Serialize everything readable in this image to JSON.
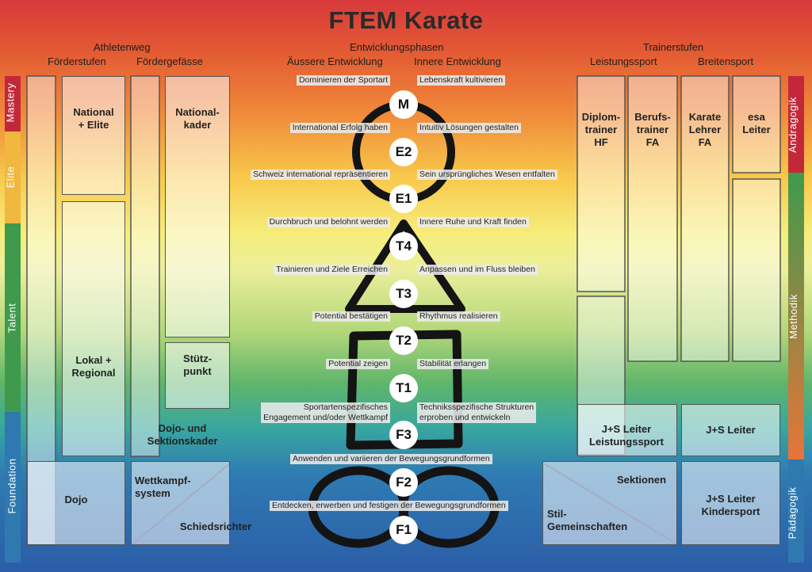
{
  "title": "FTEM Karate",
  "headers": {
    "athletenweg": "Athletenweg",
    "foerderstufen": "Förderstufen",
    "foerdergefaesse": "Fördergefässe",
    "entwicklungsphasen": "Entwicklungsphasen",
    "aeussere": "Äussere Entwicklung",
    "innere": "Innere Entwicklung",
    "trainerstufen": "Trainerstufen",
    "leistungssport": "Leistungssport",
    "breitensport": "Breitensport"
  },
  "left_side": [
    "Mastery",
    "Elite",
    "Talent",
    "Foundation"
  ],
  "right_side": [
    "Andragogik",
    "Methodik",
    "Pädagogik"
  ],
  "boxes": {
    "national_elite": "National\n+ Elite",
    "lokal_regional": "Lokal +\nRegional",
    "dojo": "Dojo",
    "nationalkader": "National-\nkader",
    "stuetzpunkt": "Stütz-\npunkt",
    "dojo_sektionskader": "Dojo- und\nSektionskader",
    "wettkampfsystem": "Wettkampf-\nsystem",
    "schiedsrichter": "Schiedsrichter",
    "diplomtrainer": "Diplom-\ntrainer\nHF",
    "berufstrainer": "Berufs-\ntrainer\nFA",
    "karate_lehrer": "Karate\nLehrer\nFA",
    "esa_leiter": "esa\nLeiter",
    "js_leistungssport": "J+S Leiter\nLeistungssport",
    "js_leiter": "J+S Leiter",
    "sektionen": "Sektionen",
    "stil_gemeinschaften": "Stil-\nGemeinschaften",
    "js_kindersport": "J+S Leiter\nKindersport"
  },
  "nodes": [
    "M",
    "E2",
    "E1",
    "T4",
    "T3",
    "T2",
    "T1",
    "F3",
    "F2",
    "F1"
  ],
  "phases_left": [
    "Dominieren der Sportart",
    "International Erfolg haben",
    "Schweiz international repräsentieren",
    "Durchbruch und belohnt werden",
    "Trainieren und Ziele Erreichen",
    "Potential bestätigen",
    "Potential zeigen",
    "Sportartenspezifisches\nEngagement und/oder Wettkampf"
  ],
  "phases_right": [
    "Lebenskraft kultivieren",
    "Intuitiv Lösungen gestalten",
    "Sein ursprüngliches Wesen entfalten",
    "Innere Ruhe und Kraft finden",
    "Anpassen und im Fluss bleiben",
    "Rhythmus realisieren",
    "Stabilität erlangen",
    "Techniksspezifische Strukturen\nerproben und entwickeln"
  ],
  "phases_center": [
    "Anwenden und variieren der Bewegungsgrundformen",
    "Entdecken, erwerben und festigen der Bewegungsgrundformen"
  ],
  "colors": {
    "mastery": "#c3283a",
    "elite": "#f0b840",
    "talent": "#3f9a4d",
    "foundation": "#2f79b0",
    "andragogik": "#c3283a",
    "methodik_top": "#3f9a4d",
    "methodik_bottom": "#e8743a",
    "paedagogik": "#2f79b0"
  }
}
